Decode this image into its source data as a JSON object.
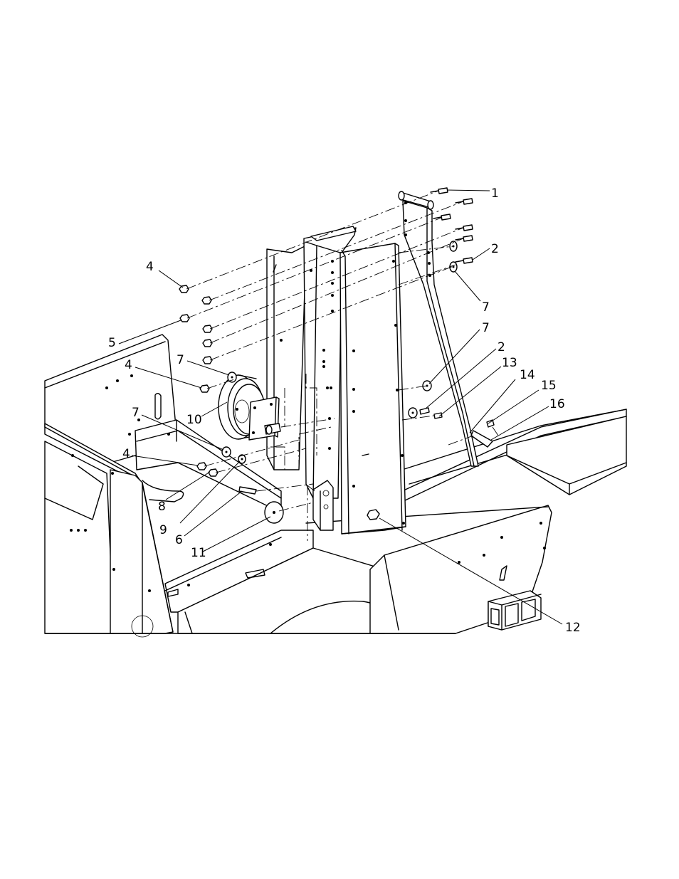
{
  "callouts": [
    {
      "id": "c1",
      "text": "1"
    },
    {
      "id": "c2a",
      "text": "2"
    },
    {
      "id": "c7a",
      "text": "7"
    },
    {
      "id": "c4a",
      "text": "4"
    },
    {
      "id": "c5",
      "text": "5"
    },
    {
      "id": "c7b",
      "text": "7"
    },
    {
      "id": "c2b",
      "text": "2"
    },
    {
      "id": "c13",
      "text": "13"
    },
    {
      "id": "c14",
      "text": "14"
    },
    {
      "id": "c15",
      "text": "15"
    },
    {
      "id": "c16",
      "text": "16"
    },
    {
      "id": "c7c",
      "text": "7"
    },
    {
      "id": "c4b",
      "text": "4"
    },
    {
      "id": "c10",
      "text": "10"
    },
    {
      "id": "c7d",
      "text": "7"
    },
    {
      "id": "c4c",
      "text": "4"
    },
    {
      "id": "c8",
      "text": "8"
    },
    {
      "id": "c9",
      "text": "9"
    },
    {
      "id": "c6",
      "text": "6"
    },
    {
      "id": "c11",
      "text": "11"
    },
    {
      "id": "c12",
      "text": "12"
    }
  ]
}
